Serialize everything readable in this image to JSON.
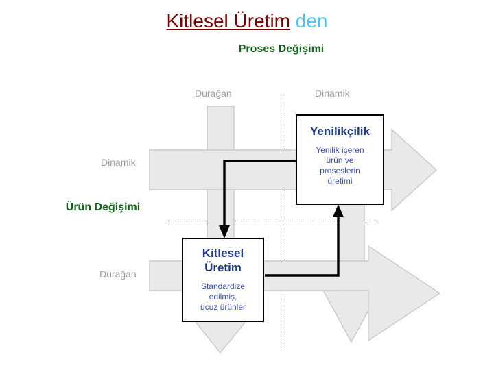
{
  "title": {
    "main": "Kitlesel Üretim",
    "suffix": " den"
  },
  "axes": {
    "process": {
      "caption": "Proses\nDeğişimi",
      "low_label": "Durağan",
      "high_label": "Dinamik",
      "color": "#13631a"
    },
    "product": {
      "caption": "Ürün\nDeğişimi",
      "high_label": "Dinamik",
      "low_label": "Durağan",
      "color": "#13631a"
    }
  },
  "boxes": [
    {
      "id": "yenilikcilik",
      "title": "Yenilikçilik",
      "body": "Yenilik içeren\nürün  ve\nproseslerin\nüretimi",
      "title_color": "#1f3b8f",
      "body_color": "#3a4fc4"
    },
    {
      "id": "kitlesel",
      "title": "Kitlesel\nÜretim",
      "body": "Standardize\nedilmiş,\nucuz ürünler",
      "title_color": "#1f3b8f",
      "body_color": "#3a4fc4"
    }
  ],
  "colors": {
    "title_main": "#800000",
    "title_suffix": "#4ec3f0",
    "tick_label": "#9d9d9d",
    "block_arrow_fill": "#e9e9e9",
    "block_arrow_stroke": "#c9c9c9",
    "connector": "#000000"
  }
}
